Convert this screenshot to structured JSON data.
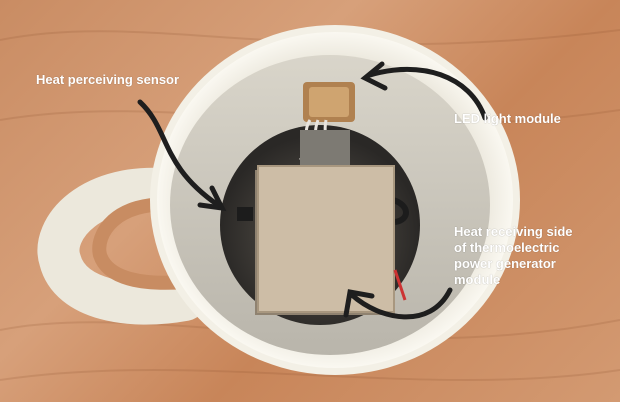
{
  "labels": {
    "heat_sensor": "Heat perceiving sensor",
    "led_module": "LED light module",
    "thermo_module": [
      "Heat receiving side",
      "of thermoelectric",
      "power generator",
      "module"
    ]
  },
  "colors": {
    "table_wood": "#cf9168",
    "mug": "#f3f0e6",
    "mug_inner": "#3d3a36",
    "module_face": "#c9b9a3",
    "arrow": "#1e1e1e",
    "label_text": "#ffffff"
  },
  "icons": [
    "arrow-icon"
  ]
}
